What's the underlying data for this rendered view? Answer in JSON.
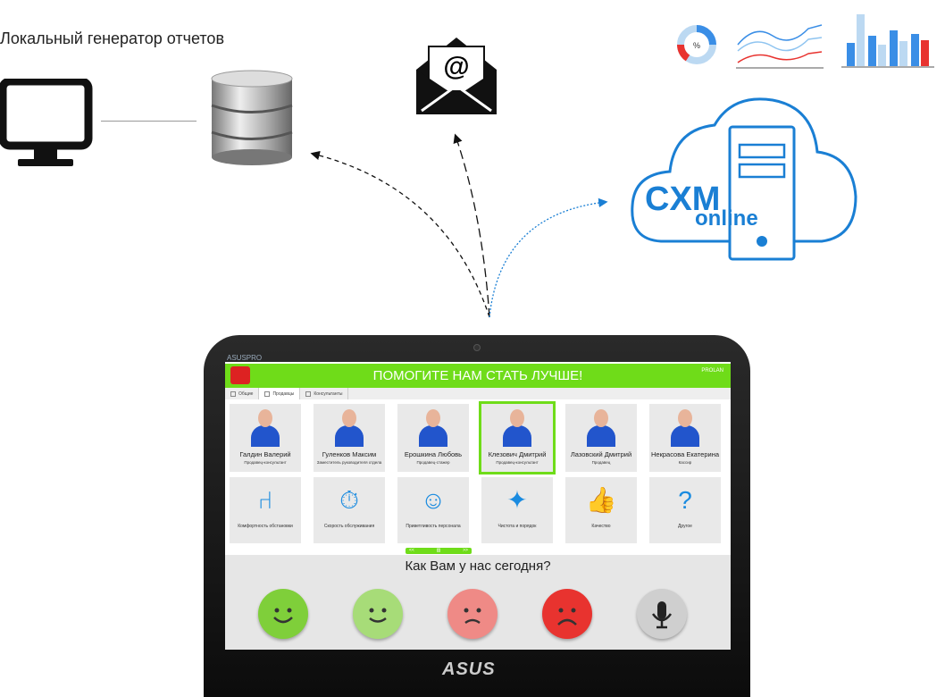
{
  "title": "Локальный генератор отчетов",
  "cloud": {
    "brand1": "CXM",
    "brand2": "online"
  },
  "charts": {
    "donut_label": "%"
  },
  "tablet": {
    "brand": "ASUSPRO",
    "maker": "ASUS",
    "header": "ПОМОГИТЕ НАМ СТАТЬ ЛУЧШЕ!",
    "header_logo": "PROLAN",
    "tabs": [
      "Общие",
      "Продавцы",
      "Консультанты"
    ],
    "staff": [
      {
        "name": "Галдин Валерий",
        "role": "Продавец-консультант"
      },
      {
        "name": "Гуленков Максим",
        "role": "Заместитель руководителя отдела"
      },
      {
        "name": "Ерошкина Любовь",
        "role": "Продавец-стажер"
      },
      {
        "name": "Клезович Дмитрий",
        "role": "Продавец-консультант",
        "selected": true
      },
      {
        "name": "Лазовский Дмитрий",
        "role": "Продавец"
      },
      {
        "name": "Некрасова Екатерина",
        "role": "Кассир"
      }
    ],
    "categories": [
      {
        "label": "Комфортность обстановки",
        "icon": "armchair-icon"
      },
      {
        "label": "Скорость обслуживания",
        "icon": "stopwatch-icon"
      },
      {
        "label": "Приветливость персонала",
        "icon": "staff-icon"
      },
      {
        "label": "Чистота и порядок",
        "icon": "broom-icon"
      },
      {
        "label": "Качество",
        "icon": "thumbs-up-icon"
      },
      {
        "label": "Другое",
        "icon": "question-icon"
      }
    ],
    "pager": {
      "prev": "<<",
      "mid": "▥",
      "next": ">>"
    },
    "question": "Как Вам у нас сегодня?",
    "ratings": [
      {
        "name": "very-good",
        "color": "#7fcf3a"
      },
      {
        "name": "good",
        "color": "#a7dc78"
      },
      {
        "name": "bad",
        "color": "#ef8a86"
      },
      {
        "name": "very-bad",
        "color": "#e8332f"
      },
      {
        "name": "voice",
        "color": "#cfcfcf"
      }
    ]
  }
}
